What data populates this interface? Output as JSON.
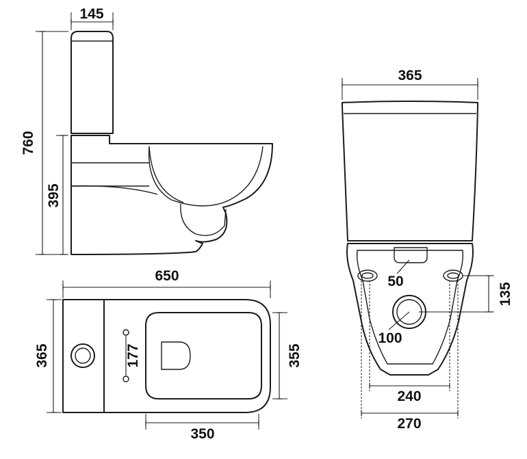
{
  "side_view": {
    "tank_depth": "145",
    "total_height": "760",
    "seat_height": "395"
  },
  "top_view": {
    "length": "650",
    "width_total": "365",
    "width_bowl": "355",
    "fixing_spacing": "177",
    "bowl_offset": "350"
  },
  "rear_view": {
    "width": "365",
    "inlet_diameter": "50",
    "fixing_offset": "135",
    "outlet_diameter": "100",
    "inner_width": "240",
    "outer_width": "270"
  },
  "colors": {
    "line": "#1a1a1a",
    "background": "#ffffff"
  }
}
